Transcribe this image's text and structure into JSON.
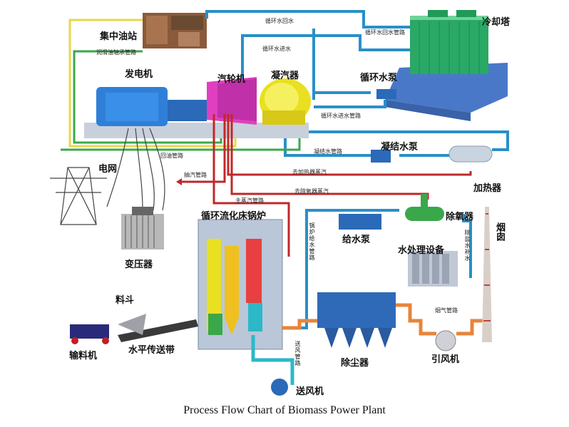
{
  "caption": "Process Flow Chart of Biomass Power Plant",
  "components": {
    "oil_station": "集中油站",
    "cooling_tower": "冷却塔",
    "generator": "发电机",
    "turbine": "汽轮机",
    "condenser": "凝汽器",
    "circ_pump": "循环水泵",
    "grid": "电网",
    "cond_pump": "凝结水泵",
    "heater": "加热器",
    "transformer": "变压器",
    "boiler": "循环流化床锅炉",
    "feed_pump": "给水泵",
    "deaerator": "除氧器",
    "chimney": "烟囱",
    "water_treatment": "水处理设备",
    "hopper": "料斗",
    "feeder": "输料机",
    "conveyor": "水平传送带",
    "dust_collector": "除尘器",
    "id_fan": "引风机",
    "fd_fan": "送风机"
  },
  "pipes": {
    "circ_return": "循环水回水",
    "circ_return_pipe": "循环水回水管路",
    "circ_supply": "循环水进水",
    "circ_supply_pipe": "循环水进水管路",
    "lube_oil": "润滑油轴承管路",
    "return_pipe": "回油管路",
    "condensate": "凝结水管路",
    "extraction": "抽汽管路",
    "to_heater": "去加热器蒸汽",
    "to_deaerator": "去除氧器蒸汽",
    "main_steam": "主蒸汽管路",
    "boiler_feed": "锅炉给水管路",
    "makeup_water": "除盐水补水",
    "flue_gas": "烟气管路",
    "air_supply": "送风管路"
  },
  "colors": {
    "circ_water": "#2a8fc8",
    "oil": "#e8d84a",
    "green_pipe": "#3aa84a",
    "steam": "#c0282a",
    "flue": "#e8843a",
    "air": "#2cb8c8",
    "boiler": "#b9c7d8",
    "tower": "#2bb673"
  }
}
